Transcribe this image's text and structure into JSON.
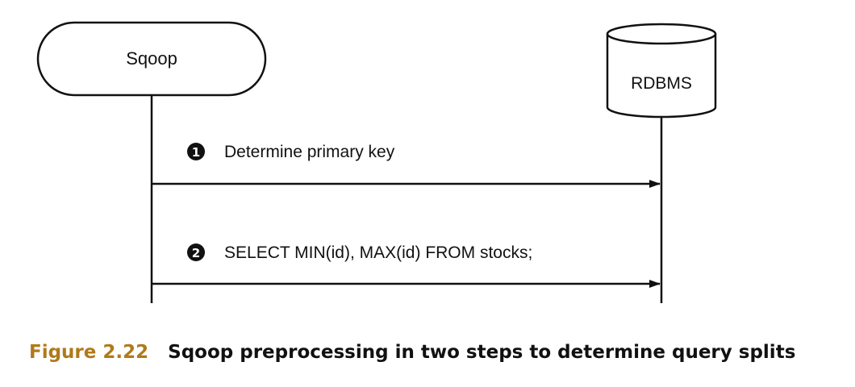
{
  "participants": {
    "client": "Sqoop",
    "database": "RDBMS"
  },
  "messages": [
    {
      "marker": "1",
      "label": "Determine primary key"
    },
    {
      "marker": "2",
      "label": "SELECT MIN(id), MAX(id) FROM stocks;"
    }
  ],
  "caption": {
    "figure_label": "Figure 2.22",
    "text": "Sqoop preprocessing in two steps to determine query splits"
  },
  "colors": {
    "stroke": "#111111",
    "caption_label": "#b07a1a"
  }
}
